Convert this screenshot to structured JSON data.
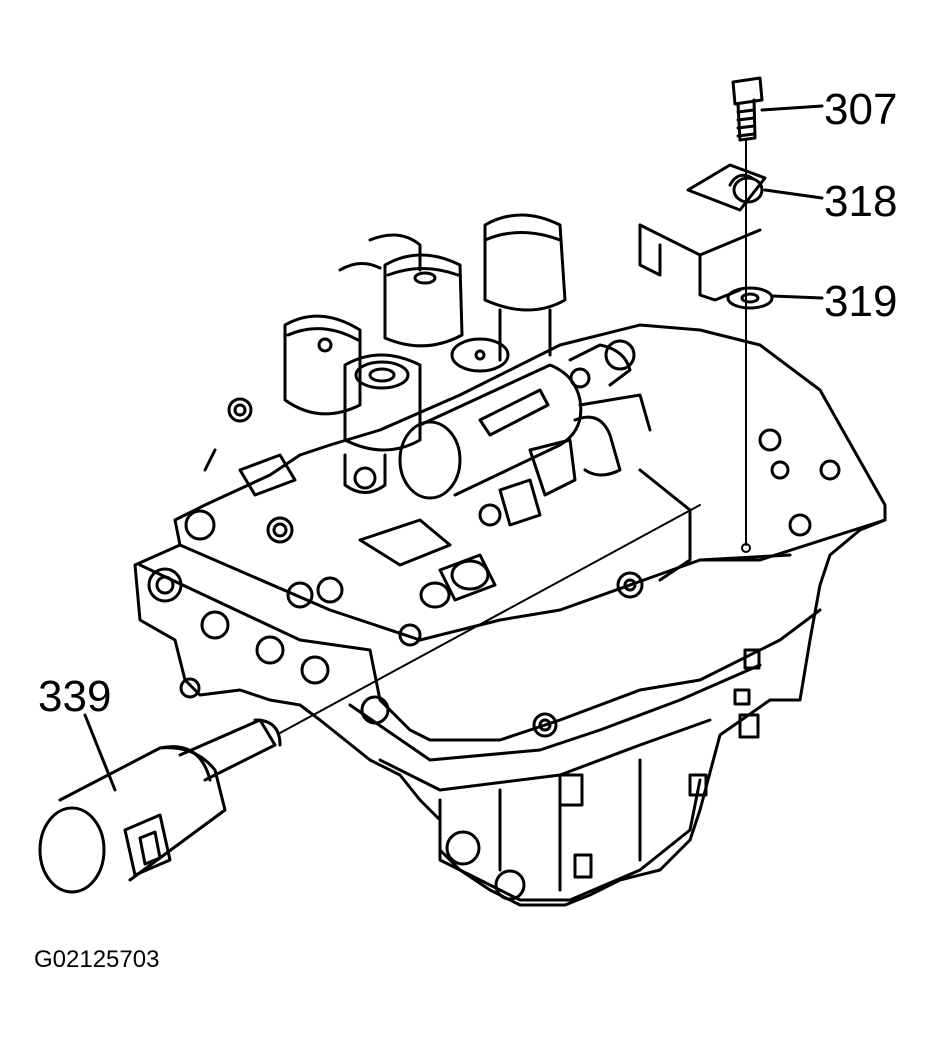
{
  "callouts": {
    "c307": "307",
    "c318": "318",
    "c319": "319",
    "c339": "339"
  },
  "figure_id": "G02125703",
  "colors": {
    "line": "#000000",
    "background": "#ffffff"
  }
}
